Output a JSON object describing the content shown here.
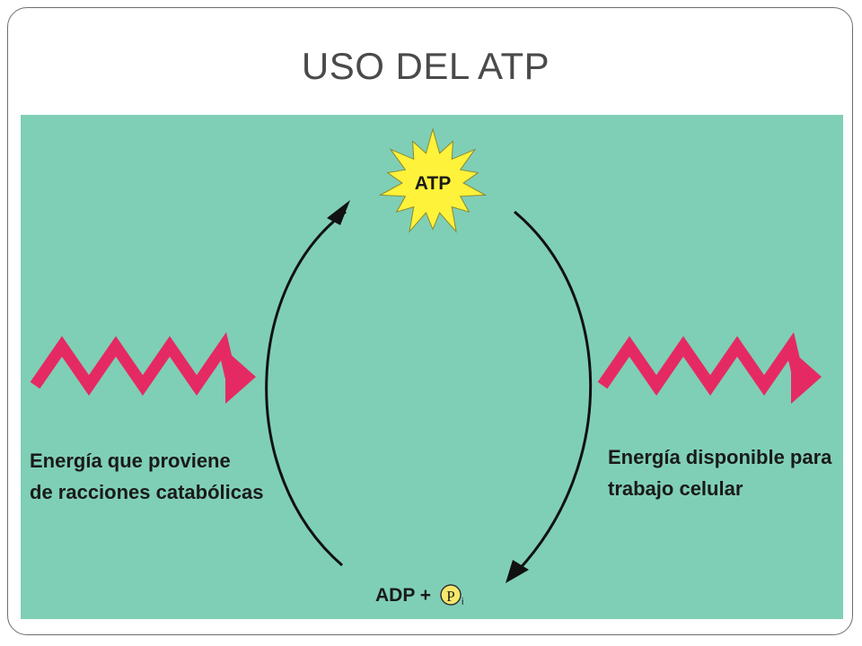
{
  "slide": {
    "title": "USO DEL ATP"
  },
  "diagram": {
    "top_node": "ATP",
    "bottom_node_left": "ADP +",
    "phosphate_symbol": "P",
    "phosphate_subscript": "i",
    "left_caption": [
      "Energía que proviene",
      "de racciones catabólicas"
    ],
    "right_caption": [
      "Energía disponible para",
      "trabajo celular"
    ],
    "colors": {
      "background": "#7fcfb6",
      "zigzag_arrow": "#e52a63",
      "atp_star": "#fff23a",
      "phosphate_circle": "#f5e86a",
      "cycle_arrow": "#111111"
    }
  }
}
